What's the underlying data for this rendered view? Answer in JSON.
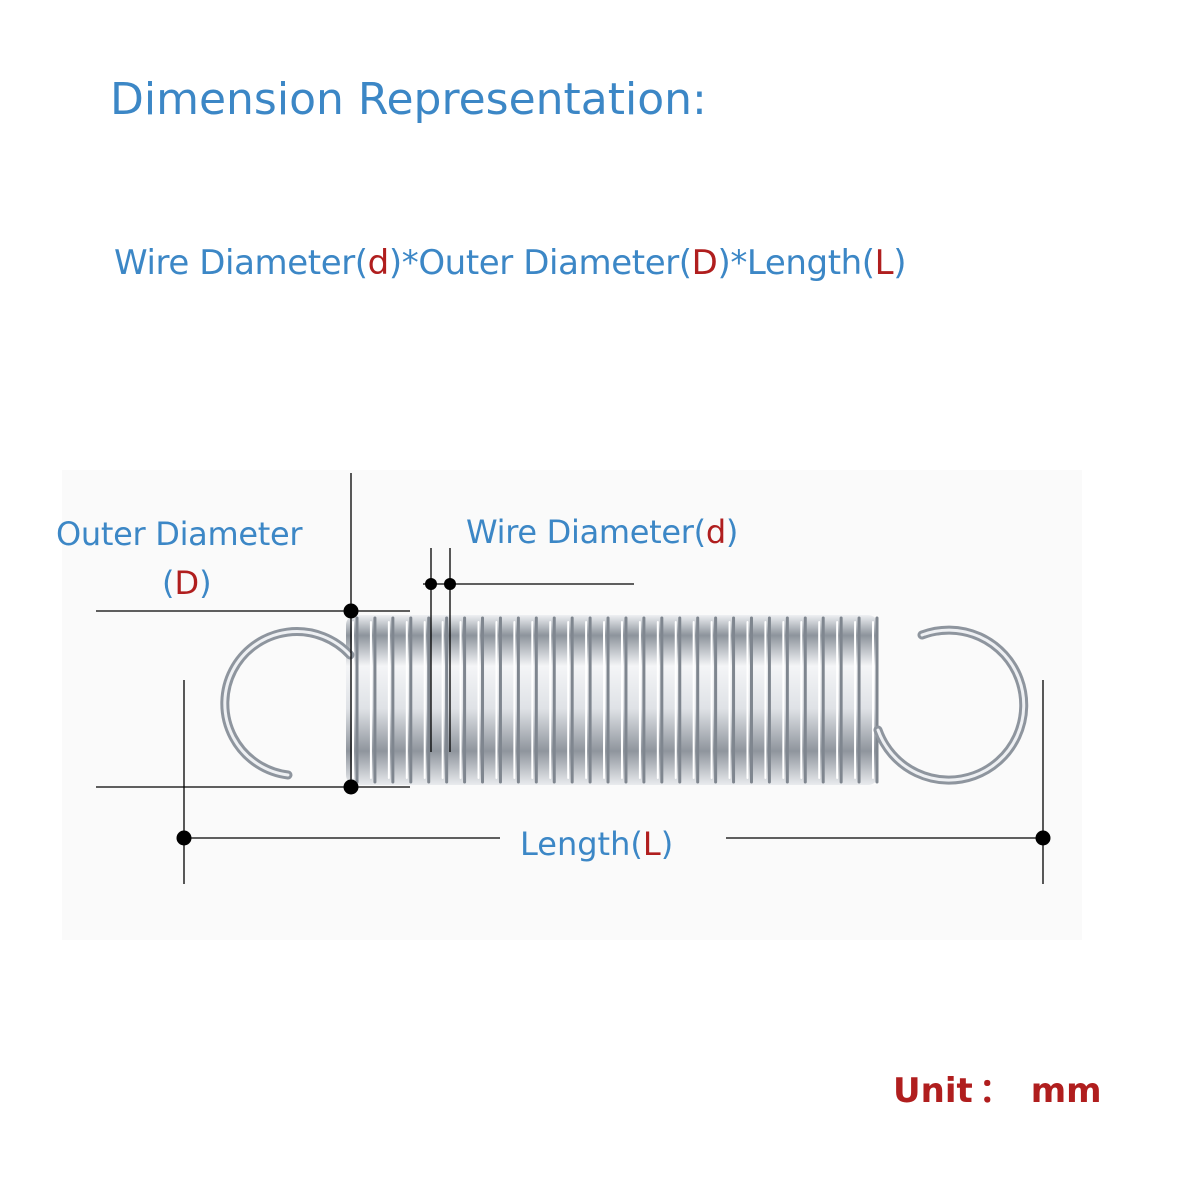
{
  "title": "Dimension Representation:",
  "formula": {
    "part1": "Wire Diameter(",
    "d": "d",
    "part2": ")*Outer Diameter(",
    "D": "D",
    "part3": ")*Length(",
    "L": "L",
    "part4": ")"
  },
  "outer_label": {
    "line1": "Outer Diameter",
    "open": "(",
    "D": "D",
    "close": ")"
  },
  "wire_label": {
    "text": "Wire Diameter(",
    "d": "d",
    "close": ")"
  },
  "length_label": {
    "text": "Length(",
    "L": "L",
    "close": ")"
  },
  "unit": {
    "label": "Unit",
    "colon": "：",
    "value": "mm"
  },
  "colors": {
    "label_blue": "#3c87c6",
    "symbol_red": "#b01e1e",
    "dimension_line": "#000000",
    "spring_steel": "#a9afb7"
  },
  "coil_count": 30
}
